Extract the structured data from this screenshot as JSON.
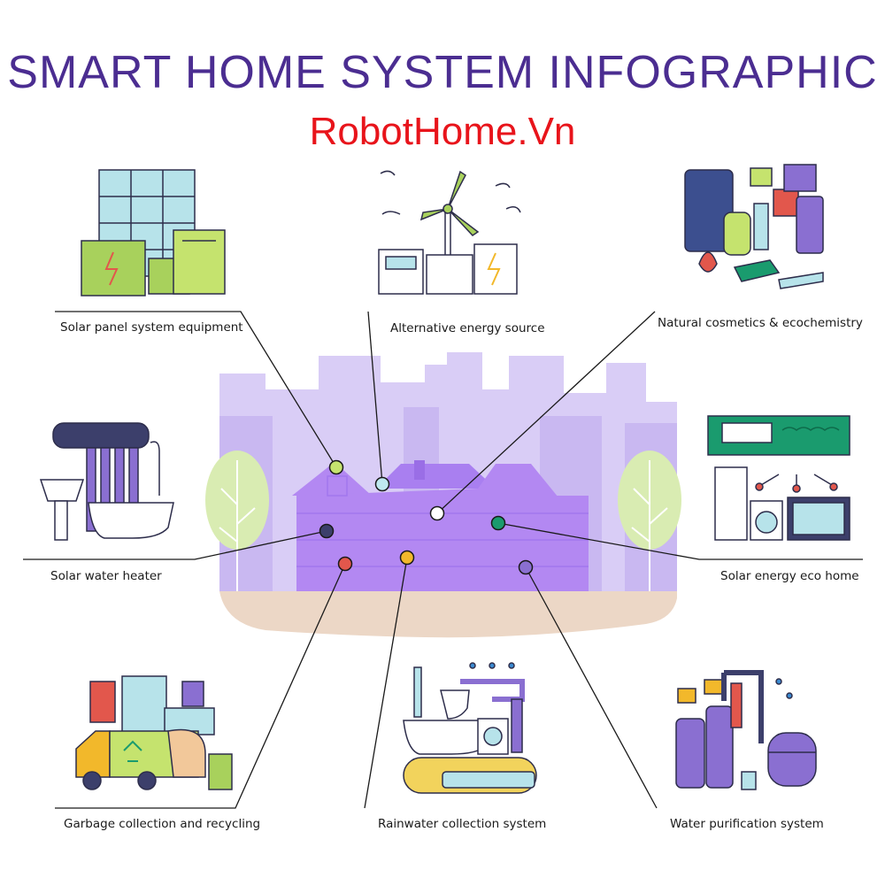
{
  "header": {
    "title": "SMART HOME SYSTEM INFOGRAPHIC",
    "subtitle": "RobotHome.Vn"
  },
  "labels": {
    "solar_panel": "Solar panel system equipment",
    "alt_energy": "Alternative energy source",
    "cosmetics": "Natural cosmetics & ecochemistry",
    "water_heater": "Solar water heater",
    "eco_home": "Solar energy eco home",
    "garbage": "Garbage collection and recycling",
    "rainwater": "Rainwater collection system",
    "purification": "Water purification system"
  },
  "colors": {
    "title": "#4b2d91",
    "subtitle": "#e8141b",
    "house": "#b388f2",
    "city": "#d9cdf6",
    "ground": "#ecd7c6",
    "dot_solar_panel": "#c5e36e",
    "dot_alt_energy": "#bfe9ef",
    "dot_cosmetics": "#ffffff",
    "dot_water_heater": "#3c3f6b",
    "dot_eco_home": "#1a9b6e",
    "dot_garbage": "#e2574c",
    "dot_rainwater": "#f2b82b",
    "dot_purification": "#8a6fd1"
  }
}
